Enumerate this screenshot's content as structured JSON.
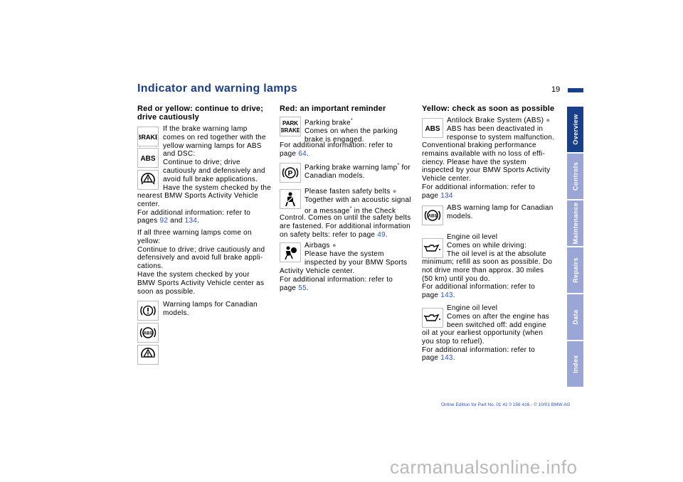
{
  "header": {
    "title": "Indicator and warning lamps",
    "page_number": "19"
  },
  "col1": {
    "heading": [
      "Red or yellow: continue to drive;",
      "drive cautiously"
    ],
    "p1": [
      "If the brake warning lamp",
      "comes on red together with the",
      "yellow warning lamps for ABS",
      "and DSC:",
      "Continue to drive; drive",
      "cautiously and defensively and",
      "avoid full brake applications.",
      "Have the system checked by the"
    ],
    "p1b": [
      "nearest BMW Sports Activity Vehicle",
      "center.",
      "For additional information: refer to"
    ],
    "p1_pages_pre": "pages ",
    "p1_link1": "92",
    "p1_and": " and ",
    "p1_link2": "134",
    "p1_end": ".",
    "p2": [
      "If all three warning lamps come on",
      "yellow:",
      "Continue to drive; drive cautiously and",
      "defensively and avoid full brake appli-",
      "cations.",
      "Have the system checked by your",
      "BMW Sports Activity Vehicle center as",
      "soon as possible."
    ],
    "p3": [
      "Warning lamps for Canadian",
      "models."
    ]
  },
  "col2": {
    "heading": "Red: an important reminder",
    "pb_line1": "Parking brake",
    "pb_line1_star": "*",
    "pb_lines": [
      "Comes on when the parking",
      "brake is engaged.",
      "For additional information: refer to"
    ],
    "pb_page_pre": "page ",
    "pb_link": "64",
    "pb_end": ".",
    "pbc_line1_a": "Parking brake warning lamp",
    "pbc_line1_star": "*",
    "pbc_line1_b": " for",
    "pbc_line2": "Canadian models.",
    "sb_line1": "Please fasten safety belts ",
    "sb_dot": "●",
    "sb_line2": "Together with an acoustic signal",
    "sb_line3_a": "or a message",
    "sb_line3_star": "*",
    "sb_line3_b": " in the Check",
    "sb_lines": [
      "Control. Comes on until the safety belts",
      "are fastened. For additional information"
    ],
    "sb_last_pre": "on safety belts: refer to page ",
    "sb_link": "49",
    "sb_end": ".",
    "ab_line1": "Airbags ",
    "ab_dot": "●",
    "ab_lines": [
      "Please have the system",
      "inspected by your BMW Sports",
      "Activity Vehicle center.",
      "For additional information: refer to"
    ],
    "ab_page_pre": "page ",
    "ab_link": "55",
    "ab_end": "."
  },
  "col3": {
    "heading": "Yellow: check as soon as possible",
    "abs_line1": "Antilock Brake System (ABS) ",
    "abs_dot": "●",
    "abs_lines": [
      "ABS has been deactivated in",
      "response to system malfunction.",
      "Conventional braking performance",
      "remains available with no loss of effi-",
      "ciency. Please have the system",
      "inspected by your BMW Sports Activity",
      "Vehicle center.",
      "For additional information: refer to"
    ],
    "abs_page_pre": "page ",
    "abs_link": "134",
    "absc_lines": [
      "ABS warning lamp for Canadian",
      "models."
    ],
    "oil1_lines": [
      "Engine oil level",
      "Comes on while driving:",
      "The oil level is at the absolute",
      "minimum; refill as soon as possible. Do",
      "not drive more than approx. 30 miles",
      "(50 km) until you do.",
      "For additional information: refer to"
    ],
    "oil1_page_pre": "page ",
    "oil1_link": "143",
    "oil1_end": ".",
    "oil2_lines": [
      "Engine oil level",
      "Comes on after the engine has",
      "been switched off: add engine",
      "oil at your earliest opportunity (when",
      "you stop to refuel).",
      "For additional information: refer to"
    ],
    "oil2_page_pre": "page ",
    "oil2_link": "143",
    "oil2_end": "."
  },
  "icons": {
    "brake_text": "BRAKE",
    "abs_text": "ABS",
    "park_text_1": "PARK",
    "park_text_2": "BRAKE",
    "p_text": "P",
    "abs_round_text": "ABS"
  },
  "tabs": [
    "Overview",
    "Controls",
    "Maintenance",
    "Repairs",
    "Data",
    "Index"
  ],
  "footer": "Online Edition for Part No. 01 41 0 156 416 - © 10/01 BMW AG",
  "watermark": "carmanualsonline.info",
  "colors": {
    "accent": "#1a3f8a",
    "tab_inactive": "#9aa6d6",
    "link": "#2a52c9"
  }
}
